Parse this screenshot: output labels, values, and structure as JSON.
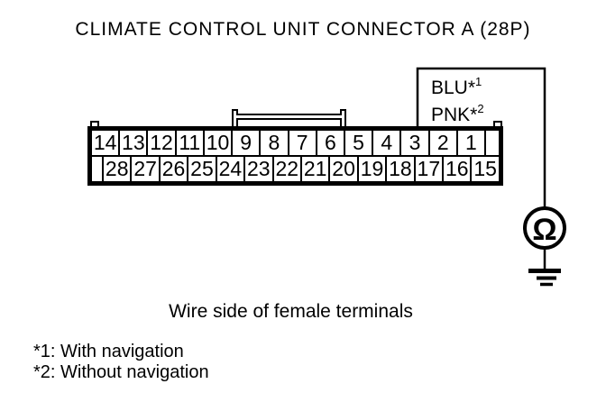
{
  "title": "CLIMATE CONTROL UNIT CONNECTOR A (28P)",
  "wire_label": {
    "lines": [
      {
        "text": "BLU*",
        "sup": "1"
      },
      {
        "text": "PNK*",
        "sup": "2"
      }
    ]
  },
  "connector": {
    "top_row": [
      "14",
      "13",
      "12",
      "11",
      "10",
      "9",
      "8",
      "7",
      "6",
      "5",
      "4",
      "3",
      "2",
      "1"
    ],
    "bottom_row": [
      "28",
      "27",
      "26",
      "25",
      "24",
      "23",
      "22",
      "21",
      "20",
      "19",
      "18",
      "17",
      "16",
      "15"
    ]
  },
  "meter": {
    "symbol": "Ω"
  },
  "caption": "Wire side of female terminals",
  "footnotes": [
    "*1: With navigation",
    "*2: Without navigation"
  ],
  "colors": {
    "ink": "#000000",
    "background": "#ffffff"
  }
}
